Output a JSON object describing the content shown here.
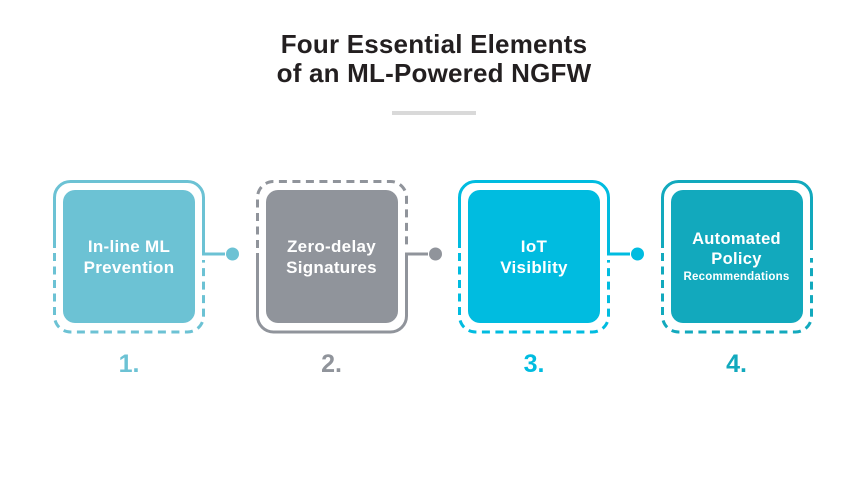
{
  "title": {
    "line1": "Four Essential Elements",
    "line2": "of an ML-Powered NGFW",
    "color": "#231f20"
  },
  "divider_color": "#d9d9d9",
  "background_color": "#ffffff",
  "cards": [
    {
      "label": "In-line ML\nPrevention",
      "number": "1.",
      "color": "#6cc2d4"
    },
    {
      "label": "Zero-delay\nSignatures",
      "number": "2.",
      "color": "#90949b"
    },
    {
      "label": "IoT\nVisiblity",
      "number": "3.",
      "color": "#00bce0"
    },
    {
      "label": "Automated\nPolicy",
      "sublabel": "Recommendations",
      "number": "4.",
      "color": "#12a9bd"
    }
  ]
}
